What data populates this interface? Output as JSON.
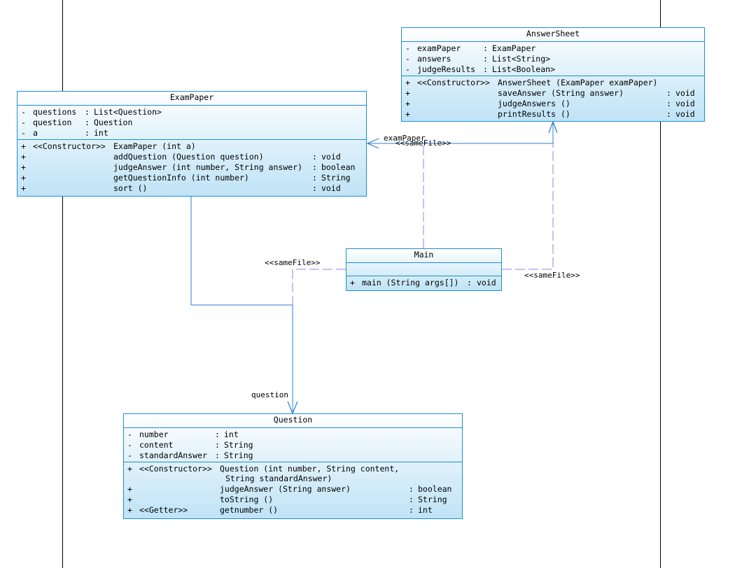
{
  "classes": {
    "examPaper": {
      "name": "ExamPaper",
      "attributes": [
        {
          "vis": "-",
          "name": "questions",
          "sep": ":",
          "type": "List<Question>"
        },
        {
          "vis": "-",
          "name": "question",
          "sep": ":",
          "type": "Question"
        },
        {
          "vis": "-",
          "name": "a",
          "sep": ":",
          "type": "int"
        }
      ],
      "operations": [
        {
          "vis": "+",
          "stereo": "<<Constructor>>",
          "sig": "ExamPaper (int a)",
          "sep": "",
          "ret": ""
        },
        {
          "vis": "+",
          "stereo": "",
          "sig": "addQuestion (Question question)",
          "sep": ":",
          "ret": "void"
        },
        {
          "vis": "+",
          "stereo": "",
          "sig": "judgeAnswer (int number, String answer)",
          "sep": ":",
          "ret": "boolean"
        },
        {
          "vis": "+",
          "stereo": "",
          "sig": "getQuestionInfo (int number)",
          "sep": ":",
          "ret": "String"
        },
        {
          "vis": "+",
          "stereo": "",
          "sig": "sort ()",
          "sep": ":",
          "ret": "void"
        }
      ]
    },
    "answerSheet": {
      "name": "AnswerSheet",
      "attributes": [
        {
          "vis": "-",
          "name": "examPaper",
          "sep": ":",
          "type": "ExamPaper"
        },
        {
          "vis": "-",
          "name": "answers",
          "sep": ":",
          "type": "List<String>"
        },
        {
          "vis": "-",
          "name": "judgeResults",
          "sep": ":",
          "type": "List<Boolean>"
        }
      ],
      "operations": [
        {
          "vis": "+",
          "stereo": "<<Constructor>>",
          "sig": "AnswerSheet (ExamPaper examPaper)",
          "sep": "",
          "ret": ""
        },
        {
          "vis": "+",
          "stereo": "",
          "sig": "saveAnswer (String answer)",
          "sep": ":",
          "ret": "void"
        },
        {
          "vis": "+",
          "stereo": "",
          "sig": "judgeAnswers ()",
          "sep": ":",
          "ret": "void"
        },
        {
          "vis": "+",
          "stereo": "",
          "sig": "printResults ()",
          "sep": ":",
          "ret": "void"
        }
      ]
    },
    "main": {
      "name": "Main",
      "operations": [
        {
          "vis": "+",
          "sig": "main (String args[])",
          "sep": ":",
          "ret": "void"
        }
      ]
    },
    "question": {
      "name": "Question",
      "attributes": [
        {
          "vis": "-",
          "name": "number",
          "sep": ":",
          "type": "int"
        },
        {
          "vis": "-",
          "name": "content",
          "sep": ":",
          "type": "String"
        },
        {
          "vis": "-",
          "name": "standardAnswer",
          "sep": ":",
          "type": "String"
        }
      ],
      "operations": [
        {
          "vis": "+",
          "stereo": "<<Constructor>>",
          "sig": "Question (int number, String content,",
          "sig2": "String standardAnswer)",
          "sep": "",
          "ret": ""
        },
        {
          "vis": "+",
          "stereo": "",
          "sig": "judgeAnswer (String answer)",
          "sep": ":",
          "ret": "boolean"
        },
        {
          "vis": "+",
          "stereo": "",
          "sig": "toString ()",
          "sep": ":",
          "ret": "String"
        },
        {
          "vis": "+",
          "stereo": "<<Getter>>",
          "sig": "getnumber ()",
          "sep": ":",
          "ret": "int"
        }
      ]
    }
  },
  "relations": {
    "examPaperRole": "examPaper",
    "questionRole": "question",
    "sameFile1": "<<sameFile>>",
    "sameFile2": "<<sameFile>>",
    "sameFile3": "<<sameFile>>"
  },
  "colors": {
    "border": "#1e8fd0",
    "dashed": "#9b7fe6",
    "association": "#2a7fd4"
  }
}
